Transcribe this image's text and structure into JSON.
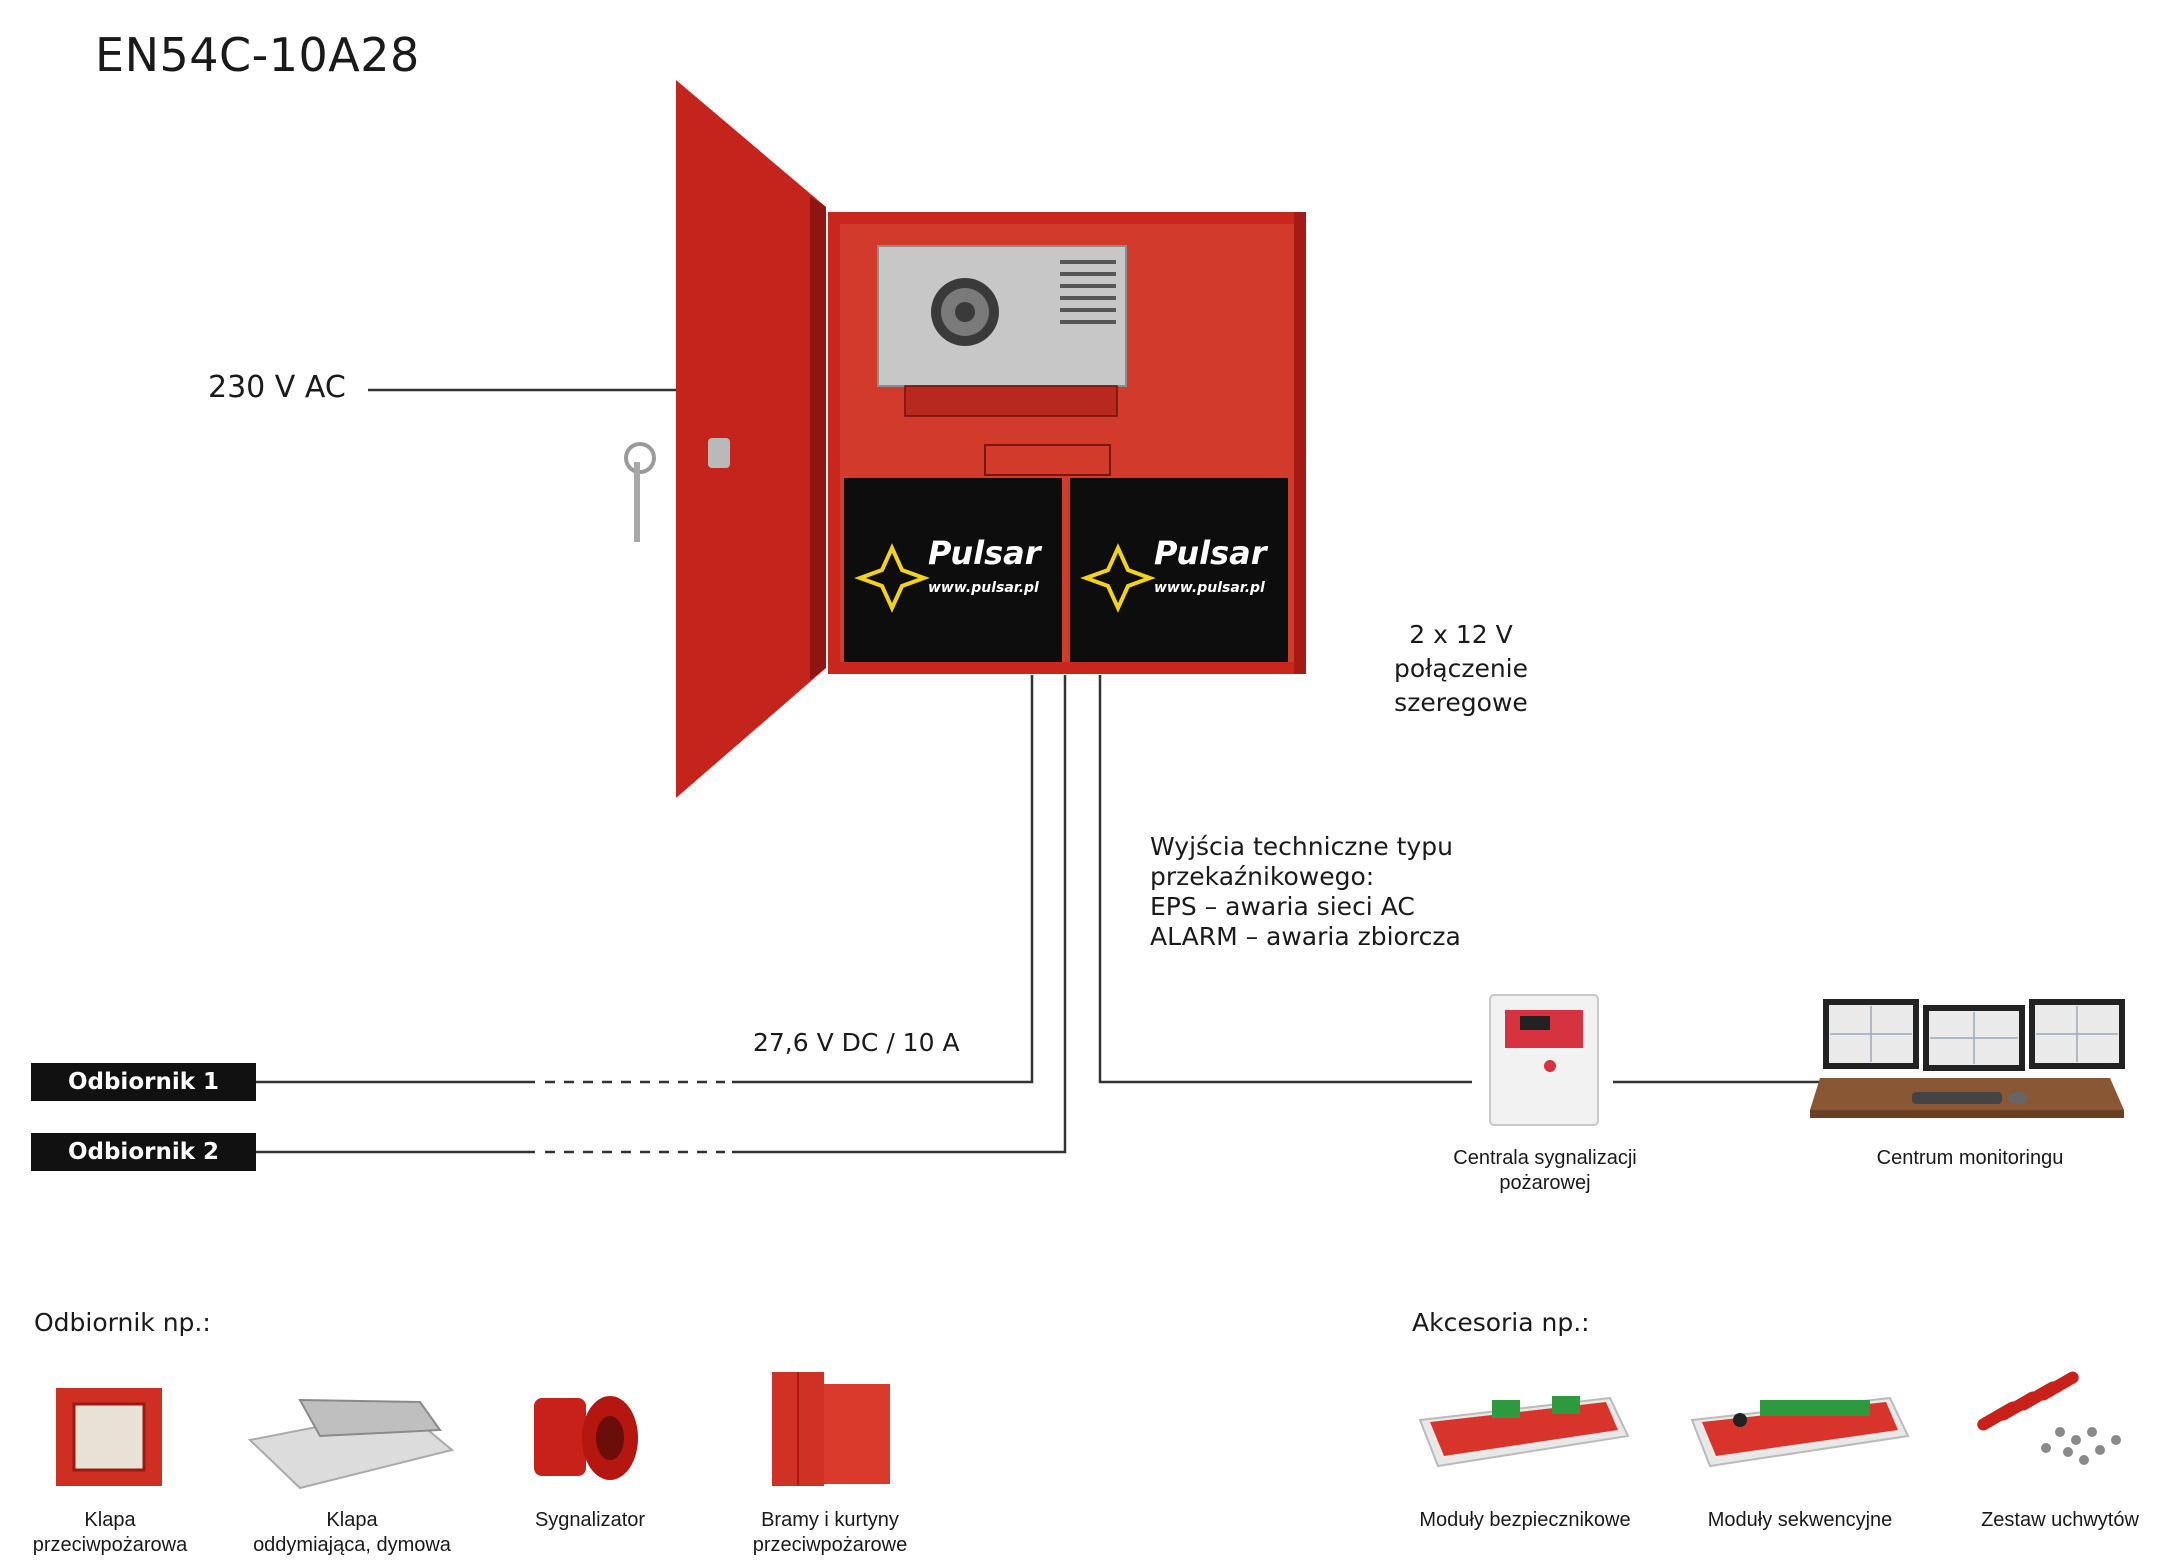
{
  "title": "EN54C-10A28",
  "labels": {
    "mains": "230 V AC",
    "battery_line1": "2 x 12 V",
    "battery_line2": "połączenie szeregowe",
    "outputs_line1": "Wyjścia techniczne typu",
    "outputs_line2": "przekaźnikowego:",
    "outputs_line3": "EPS – awaria sieci AC",
    "outputs_line4": "ALARM – awaria zbiorcza",
    "dc_output": "27,6 V DC / 10 A"
  },
  "battery": {
    "brand": "Pulsar",
    "url": "www.pulsar.pl",
    "count": 2
  },
  "receivers": [
    "Odbiornik 1",
    "Odbiornik 2"
  ],
  "fire_panel_caption": [
    "Centrala sygnalizacji",
    "pożarowej"
  ],
  "monitoring_caption": "Centrum monitoringu",
  "receiver_examples": {
    "heading": "Odbiornik np.:",
    "items": [
      [
        "Klapa",
        "przeciwpożarowa"
      ],
      [
        "Klapa",
        "oddymiająca, dymowa"
      ],
      [
        "Sygnalizator"
      ],
      [
        "Bramy i kurtyny",
        "przeciwpożarowe"
      ]
    ]
  },
  "accessories": {
    "heading": "Akcesoria np.:",
    "items": [
      "Moduły bezpiecznikowe",
      "Moduły sekwencyjne",
      "Zestaw uchwytów"
    ]
  },
  "colors": {
    "enclosure": "#c9261d",
    "enclosure_dark": "#8f1510",
    "battery": "#0d0d0d",
    "logo": "#f2d21b",
    "line": "#333333"
  }
}
